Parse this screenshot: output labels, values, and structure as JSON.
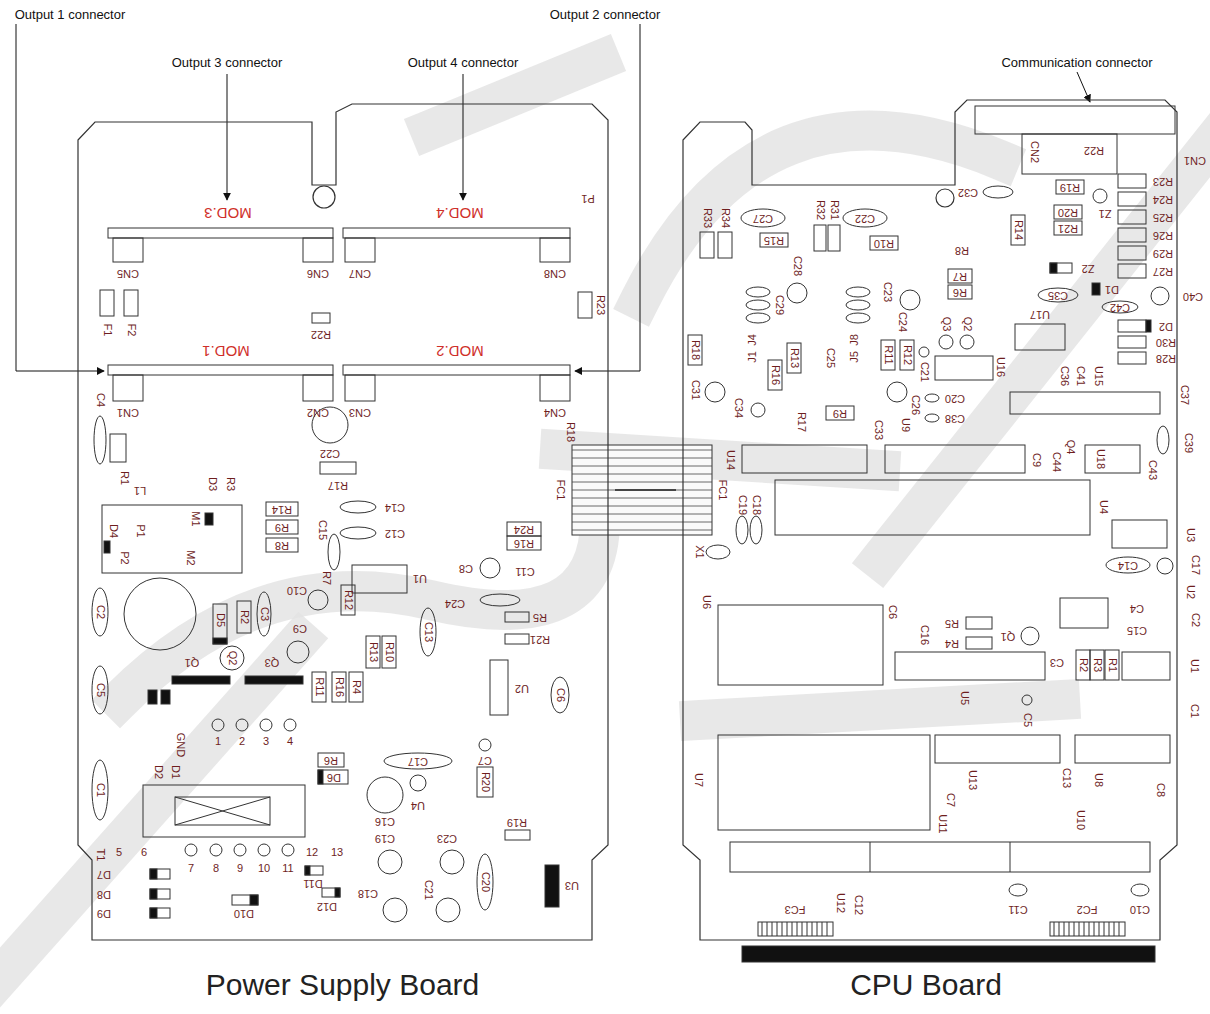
{
  "diagram": {
    "nodes": [
      {
        "text": [
          "Power Supply Board"
        ]
      },
      {
        "text": [
          "CPU Board"
        ]
      }
    ],
    "edges": [
      {
        "from": 0,
        "to": 1,
        "arrow": "none"
      }
    ],
    "labels": [
      "Output 1 connector",
      "Output 3 connector",
      "Output 4 connector",
      "Output 2 connector",
      "Communication connector",
      "MOD.3",
      "MOD.4",
      "P1",
      "CN5",
      "CN6",
      "CN7",
      "CN8",
      "R22",
      "R23",
      "F1",
      "F2",
      "MOD.1",
      "MOD.2",
      "C4",
      "CN1",
      "CN2",
      "CN3",
      "CN4",
      "R18",
      "C22",
      "R17",
      "R1",
      "L1",
      "D3",
      "R3",
      "R14",
      "R9",
      "R8",
      "C14",
      "C12",
      "C15",
      "R24",
      "R16",
      "C11",
      "C8",
      "D4",
      "P1",
      "P2",
      "M1",
      "M2",
      "C2",
      "U1",
      "C24",
      "R5",
      "R21",
      "C10",
      "R7",
      "R12",
      "C9",
      "D5",
      "R2",
      "C3",
      "C13",
      "R13",
      "R10",
      "U2",
      "C6",
      "C5",
      "Q1",
      "Q2",
      "Q3",
      "R11",
      "R16",
      "R4",
      "GND",
      "1",
      "2",
      "3",
      "4",
      "R6",
      "D6",
      "C17",
      "C7",
      "D2",
      "D1",
      "C1",
      "R20",
      "U4",
      "C16",
      "T1",
      "5",
      "6",
      "7",
      "8",
      "9",
      "10",
      "11",
      "12",
      "13",
      "C19",
      "C23",
      "R19",
      "C20",
      "C21",
      "C18",
      "U3",
      "D7",
      "D8",
      "D9",
      "D10",
      "D11",
      "D12",
      "FC1",
      "FC1",
      "CN1",
      "CN2",
      "R22",
      "R23",
      "R24",
      "R25",
      "R26",
      "R29",
      "R27",
      "C40",
      "D2",
      "R30",
      "R28",
      "C32",
      "R19",
      "R20",
      "R21",
      "Z1",
      "R14",
      "R33",
      "R34",
      "C27",
      "R32",
      "R31",
      "C22",
      "R15",
      "R10",
      "R8",
      "C28",
      "C23",
      "R7",
      "R6",
      "Z2",
      "D1",
      "C35",
      "U17",
      "C42",
      "C29",
      "C24",
      "Q3",
      "Q2",
      "R18",
      "J1",
      "J4",
      "R16",
      "R13",
      "C25",
      "J5",
      "J8",
      "R11",
      "R12",
      "C21",
      "U16",
      "C36",
      "C41",
      "U15",
      "R17",
      "R9",
      "C26",
      "U9",
      "C20",
      "C38",
      "C31",
      "C34",
      "C33",
      "C37",
      "C39",
      "U14",
      "C9",
      "C44",
      "Q4",
      "U18",
      "C43",
      "C19",
      "C18",
      "U4",
      "U3",
      "X1",
      "C14",
      "C17",
      "U2",
      "U6",
      "C6",
      "C16",
      "R5",
      "R4",
      "Q1",
      "C4",
      "C15",
      "C2",
      "C3",
      "R2",
      "R3",
      "R1",
      "U1",
      "C1",
      "U5",
      "C5",
      "U7",
      "C7",
      "U11",
      "U13",
      "C13",
      "U8",
      "C8",
      "U10",
      "U12",
      "C12",
      "FC3",
      "C11",
      "FC2",
      "C10"
    ]
  }
}
